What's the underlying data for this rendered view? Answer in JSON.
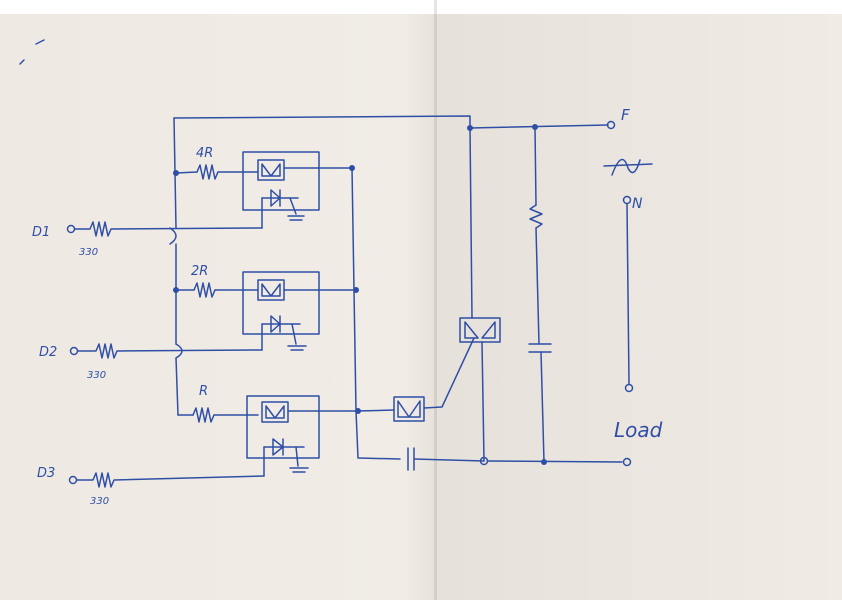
{
  "labels": {
    "input1": "D1",
    "input2": "D2",
    "input3": "D3",
    "r_input1": "330",
    "r_input2": "330",
    "r_input3": "330",
    "r_gate1": "4R",
    "r_gate2": "2R",
    "r_gate3": "R",
    "terminal_f": "F",
    "terminal_n": "N",
    "load": "Load"
  }
}
